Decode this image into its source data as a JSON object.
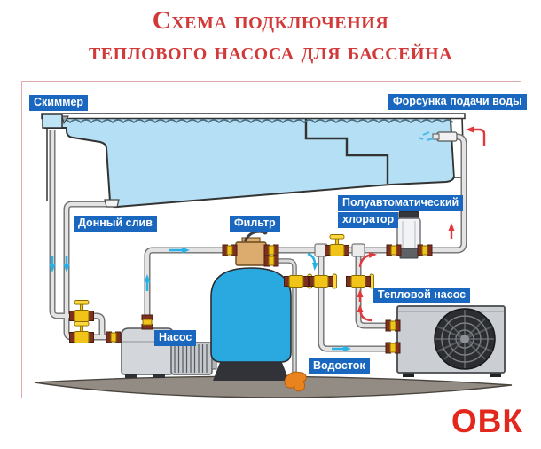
{
  "title": {
    "line1": "Схема подключения",
    "line2": "теплового насоса для бассейна"
  },
  "labels": {
    "skimmer": "Скиммер",
    "supply_nozzle": "Форсунка подачи воды",
    "bottom_drain": "Донный слив",
    "filter": "Фильтр",
    "chlorinator_line1": "Полуавтоматический",
    "chlorinator_line2": "хлоратор",
    "heat_pump": "Тепловой насос",
    "pump": "Насос",
    "drain": "Водосток"
  },
  "logo": {
    "text": "ОВК"
  },
  "colors": {
    "title_red": "#d23a3a",
    "logo_red": "#e3271c",
    "label_bg_blue": "#1a67bf",
    "water_blue": "#b5dff4",
    "cold_flow_arrow": "#2bb0e8",
    "hot_flow_arrow": "#e0393b",
    "filter_tank_blue": "#2aa9e1",
    "valve_yellow": "#f0c419",
    "frame_border_pink": "#e2abab"
  }
}
